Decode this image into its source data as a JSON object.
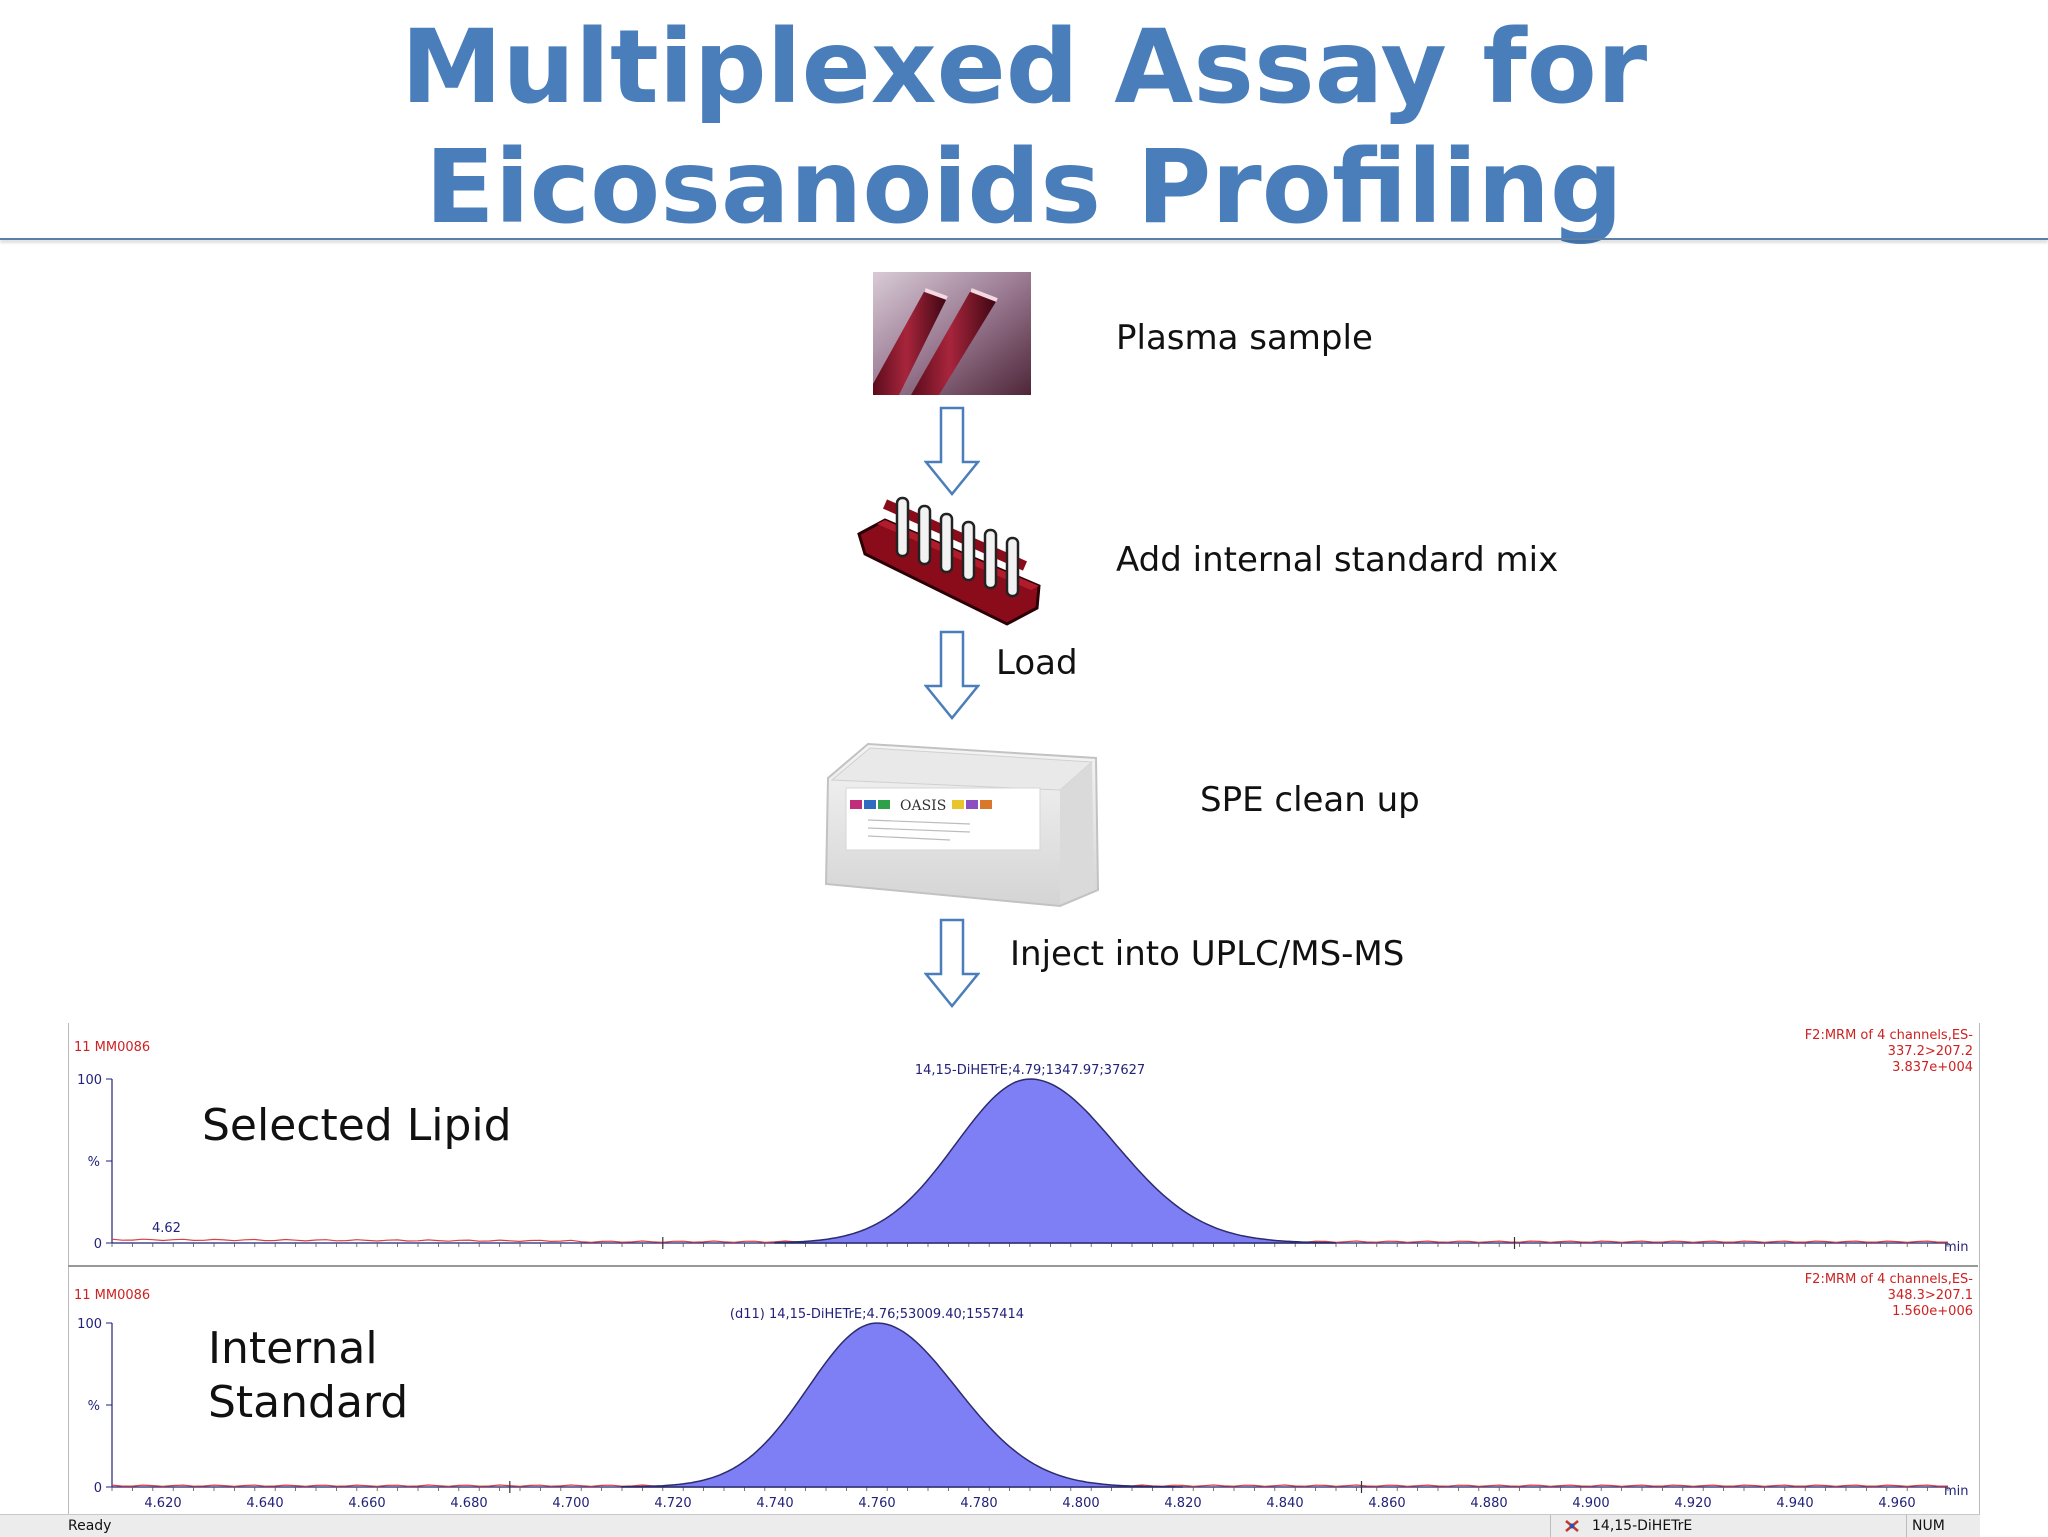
{
  "title": {
    "line1": "Multiplexed Assay for",
    "line2": "Eicosanoids Profiling"
  },
  "colors": {
    "title": "#4a7ebb",
    "peak_fill": "#7f7ff5",
    "peak_stroke": "#2b2b6e",
    "baseline": "#d94040",
    "annotation": "#22227a",
    "header_red": "#cc2222"
  },
  "steps": {
    "plasma": "Plasma sample",
    "add_standard": "Add internal standard  mix",
    "load": "Load",
    "spe": "SPE clean up",
    "inject": "Inject into UPLC/MS-MS"
  },
  "images": {
    "plate_label": "OASIS"
  },
  "chromatograms": [
    {
      "label": "Selected Lipid",
      "sample": "11 MM0086",
      "peak_annotation": "14,15-DiHETrE;4.79;1347.97;37627",
      "header": [
        "F2:MRM of 4 channels,ES-",
        "337.2>207.2",
        "3.837e+004"
      ],
      "minor_peak_label": "4.62",
      "y_ticks": [
        "100",
        "%",
        "0"
      ],
      "unit": "min"
    },
    {
      "label_lines": [
        "Internal",
        "Standard"
      ],
      "sample": "11 MM0086",
      "peak_annotation": "(d11) 14,15-DiHETrE;4.76;53009.40;1557414",
      "header": [
        "F2:MRM of 4 channels,ES-",
        "348.3>207.1",
        "1.560e+006"
      ],
      "y_ticks": [
        "100",
        "%",
        "0"
      ],
      "unit": "min"
    }
  ],
  "x_axis_ticks": [
    "4.620",
    "4.640",
    "4.660",
    "4.680",
    "4.700",
    "4.720",
    "4.740",
    "4.760",
    "4.780",
    "4.800",
    "4.820",
    "4.840",
    "4.860",
    "4.880",
    "4.900",
    "4.920",
    "4.940",
    "4.960"
  ],
  "chart_data": [
    {
      "type": "area",
      "series": [
        {
          "name": "14,15-DiHETrE",
          "peak_x": 4.79,
          "peak_y": 100
        }
      ],
      "xlabel": "min",
      "ylabel": "%",
      "xlim": [
        4.61,
        4.97
      ],
      "ylim": [
        0,
        100
      ]
    },
    {
      "type": "area",
      "series": [
        {
          "name": "(d11) 14,15-DiHETrE",
          "peak_x": 4.76,
          "peak_y": 100
        }
      ],
      "xlabel": "min",
      "ylabel": "%",
      "xlim": [
        4.61,
        4.97
      ],
      "ylim": [
        0,
        100
      ]
    }
  ],
  "statusbar": {
    "left": "Ready",
    "middle": "14,15-DiHETrE",
    "right": "NUM"
  }
}
